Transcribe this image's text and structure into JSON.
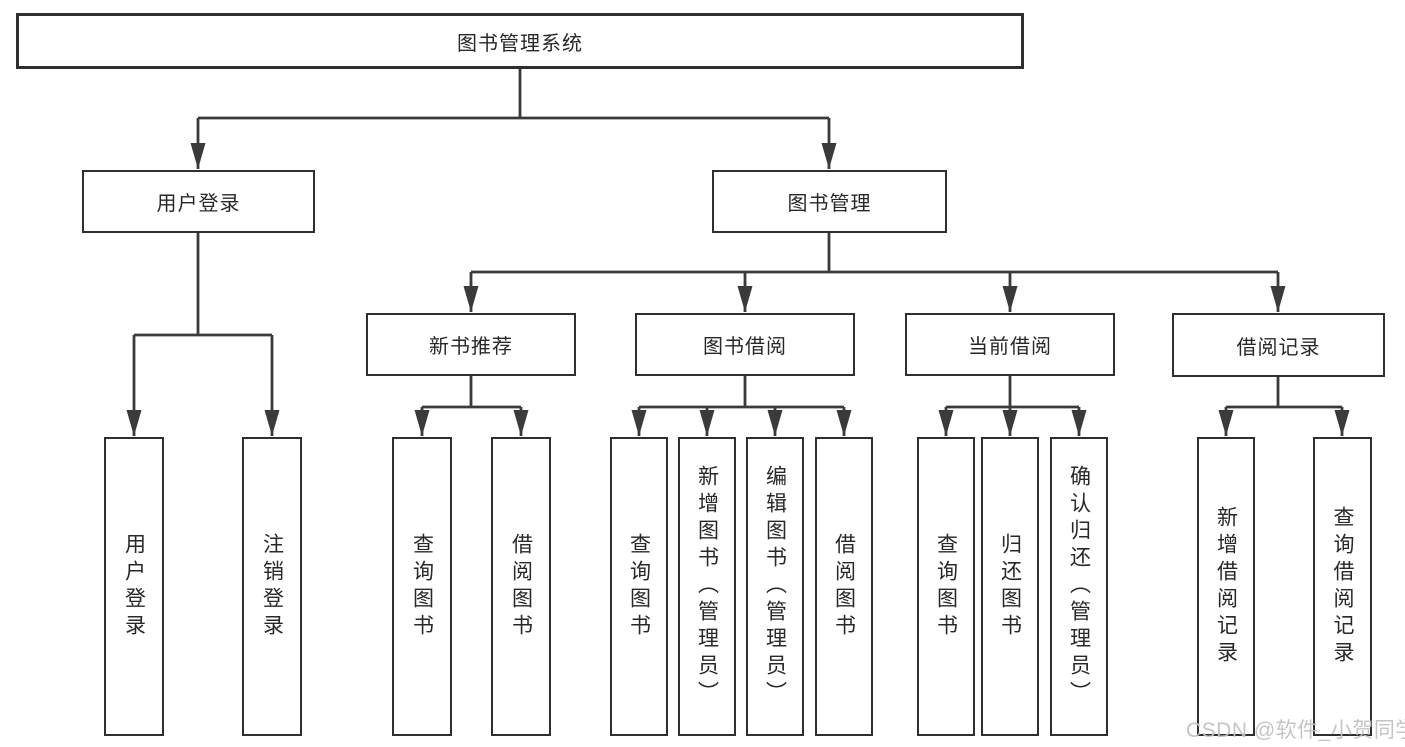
{
  "diagram": {
    "root": {
      "label": "图书管理系统"
    },
    "level2": {
      "user_login": {
        "label": "用户登录"
      },
      "book_mgmt": {
        "label": "图书管理"
      }
    },
    "level3": {
      "new_book_rec": {
        "label": "新书推荐"
      },
      "book_borrow": {
        "label": "图书借阅"
      },
      "current_borrow": {
        "label": "当前借阅"
      },
      "borrow_records": {
        "label": "借阅记录"
      }
    },
    "leaves": {
      "user_login": {
        "label": "用户登录"
      },
      "logout": {
        "label": "注销登录"
      },
      "query_books_rec": {
        "label": "查询图书"
      },
      "borrow_books_rec": {
        "label": "借阅图书"
      },
      "query_books_borrow": {
        "label": "查询图书"
      },
      "add_books_admin": {
        "label": "新增图书（管理员）"
      },
      "edit_books_admin": {
        "label": "编辑图书（管理员）"
      },
      "borrow_books_borrow": {
        "label": "借阅图书"
      },
      "query_books_current": {
        "label": "查询图书"
      },
      "return_books": {
        "label": "归还图书"
      },
      "confirm_return_admin": {
        "label": "确认归还（管理员）"
      },
      "add_borrow_record": {
        "label": "新增借阅记录"
      },
      "query_borrow_record": {
        "label": "查询借阅记录"
      }
    }
  },
  "watermark": {
    "text": "CSDN @软件_小贺同学"
  },
  "colors": {
    "line": "#3a3a3a",
    "border": "#2f2f2f",
    "text": "#282828",
    "watermark": "#c0c0c0",
    "background": "#ffffff"
  }
}
